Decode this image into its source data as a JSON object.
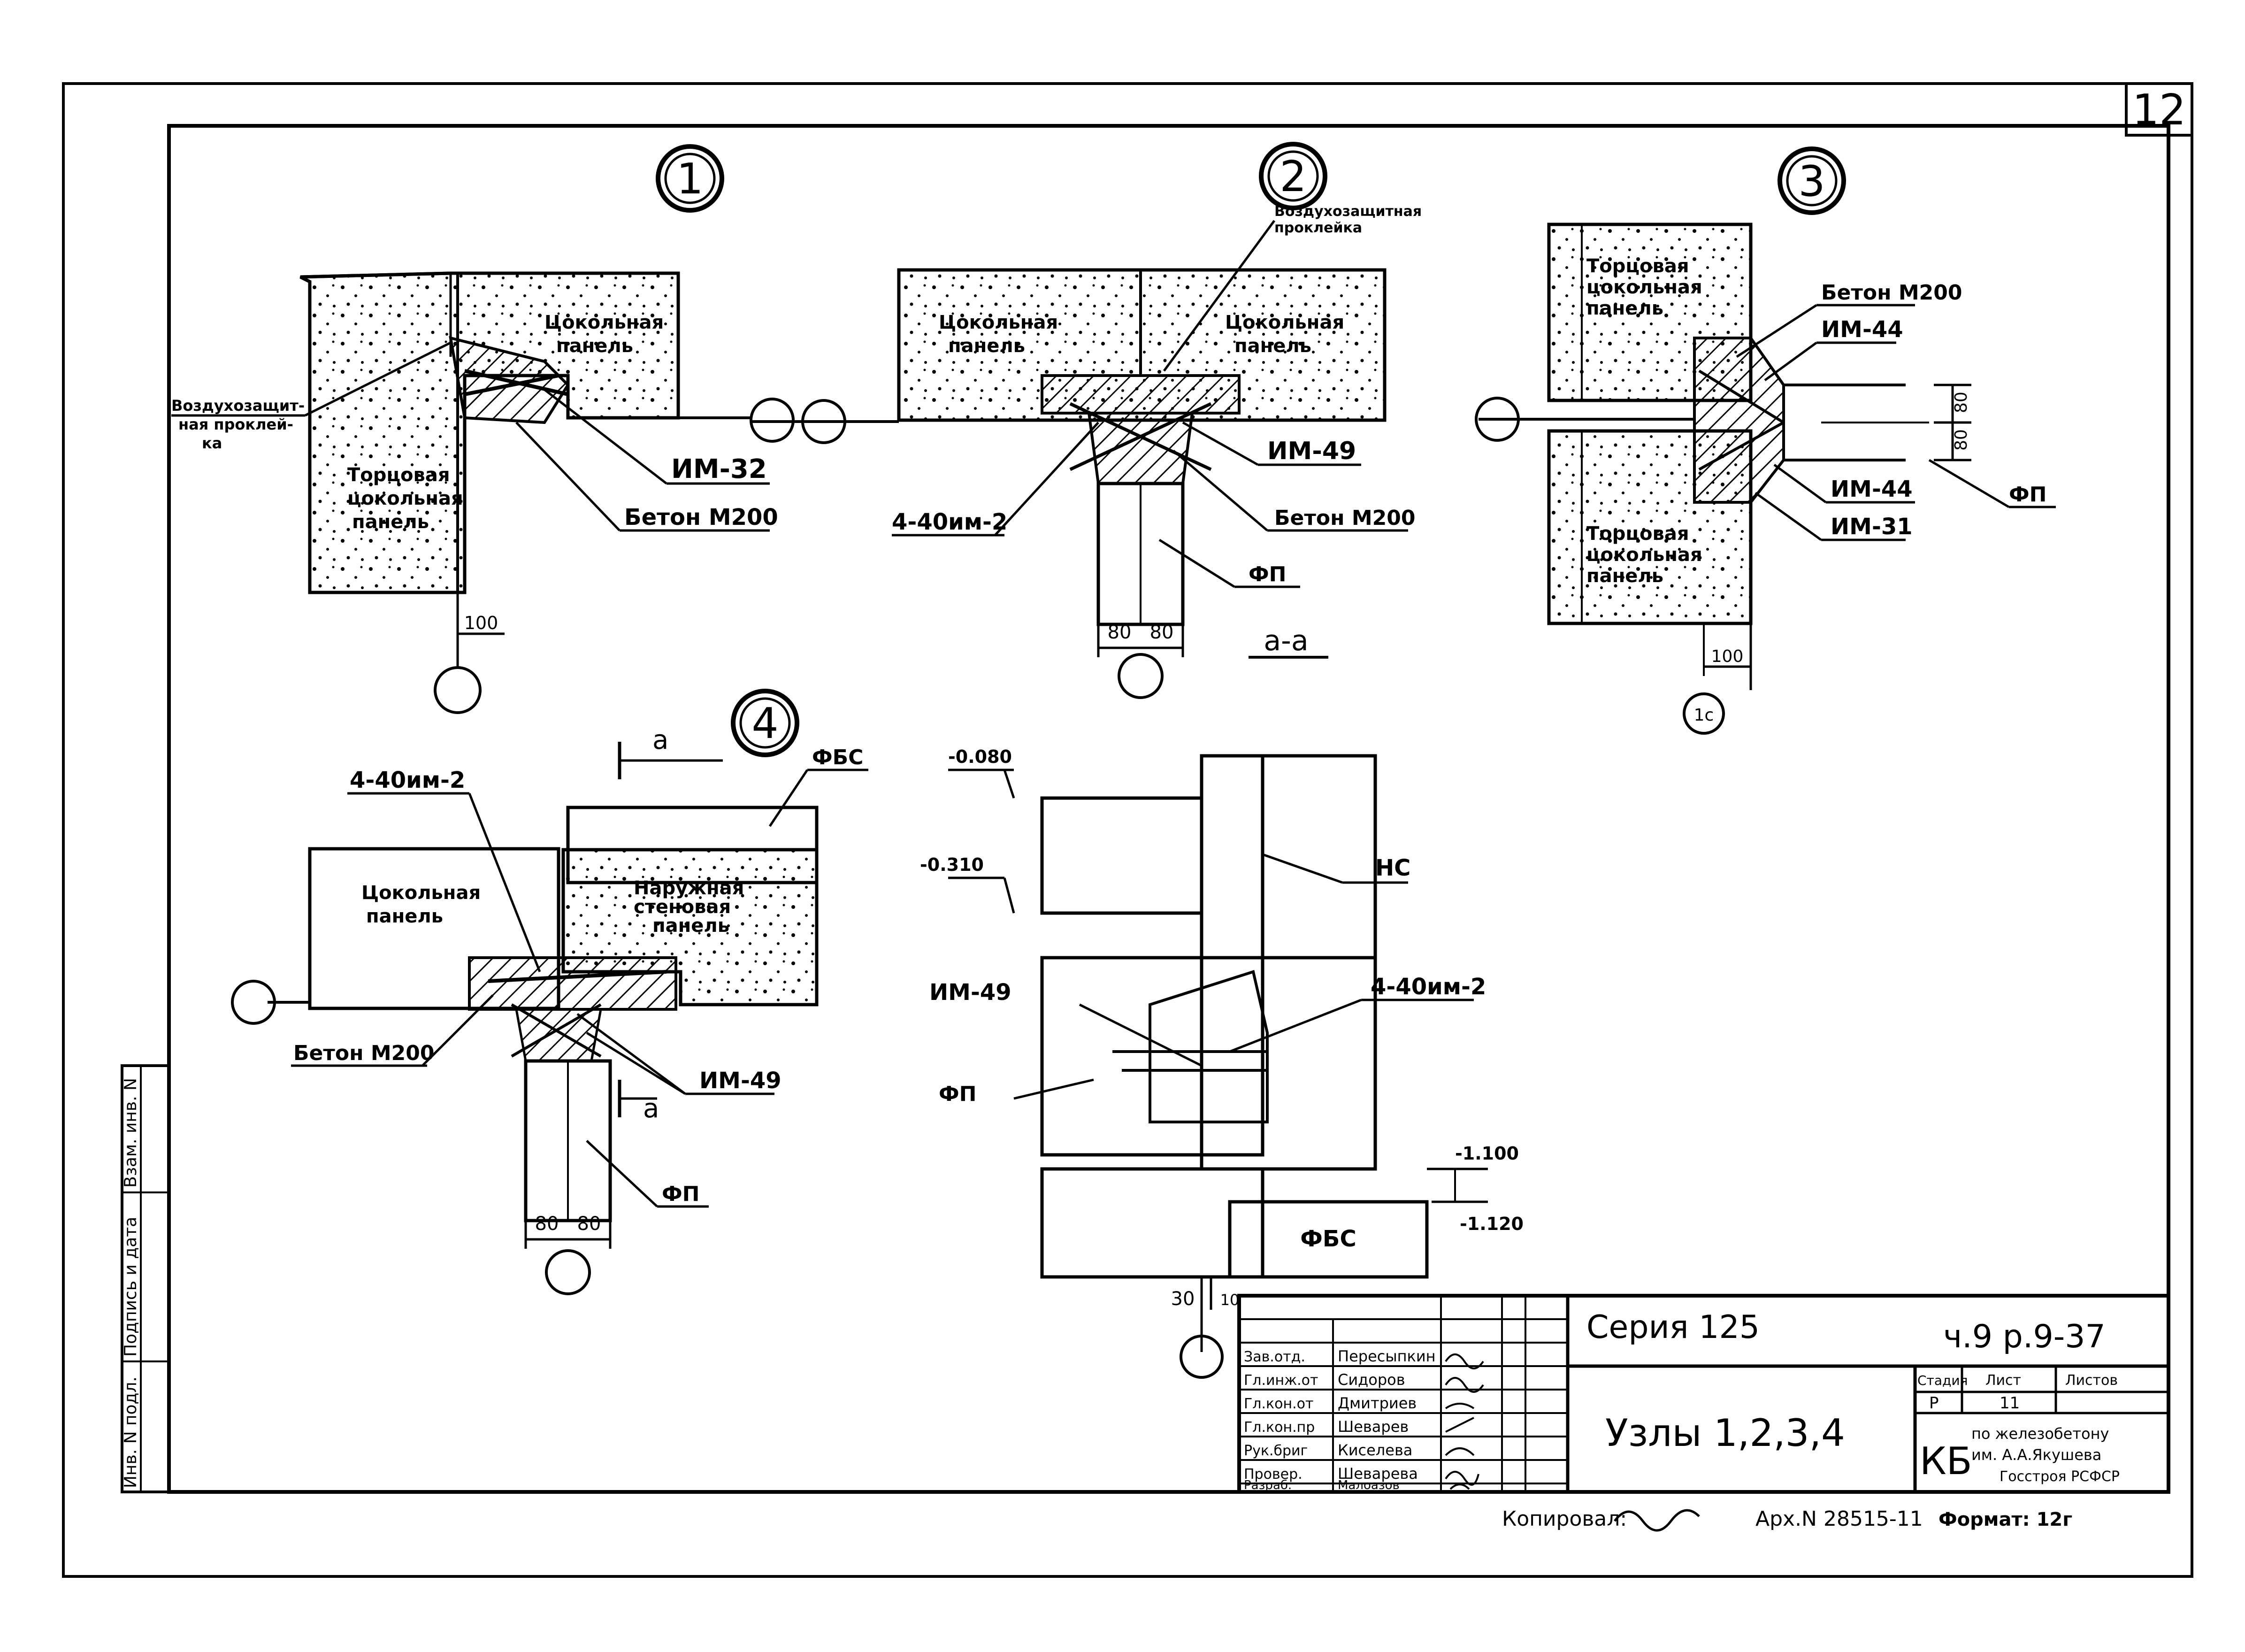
{
  "sheet": {
    "number": "12",
    "series": "Серия 125",
    "code": "ч.9 р.9-37",
    "title": "Узлы 1,2,3,4",
    "stage_head": "Стадия",
    "sheet_head": "Лист",
    "sheets_head": "Листов",
    "stage": "Р",
    "sheet_no": "11",
    "org_mark": "КБ",
    "org_line1": "по железобетону",
    "org_line2": "им. А.А.Якушева",
    "org_line3": "Госстроя РСФСР",
    "copied": "Копировал:",
    "archive": "Арх.N 28515-11",
    "format": "Формат: 12г"
  },
  "signatures": [
    {
      "role": "Зав.отд.",
      "name": "Пересыпкин"
    },
    {
      "role": "Гл.инж.от",
      "name": "Сидоров"
    },
    {
      "role": "Гл.кон.от",
      "name": "Дмитриев"
    },
    {
      "role": "Гл.кон.пр",
      "name": "Шеварев"
    },
    {
      "role": "Рук.бриг",
      "name": "Киселева"
    },
    {
      "role": "Провер.",
      "name": "Шеварева"
    },
    {
      "role": "Разраб.",
      "name": "Малоазов"
    }
  ],
  "margin_stamp": [
    "Инв. N подл.",
    "Подпись и дата",
    "Взам. инв. N"
  ],
  "nodes": {
    "n1": "1",
    "n2": "2",
    "n3": "3",
    "n4": "4",
    "n1c": "1с"
  },
  "labels": {
    "tsokol": "Цокольная",
    "panel": "панель",
    "tortsovaya": "Торцовая",
    "tsokolnaya": "цокольная",
    "vozd1": "Воздухозащит-",
    "vozd2": "ная проклей-",
    "vozd3": "ка",
    "vozd_full1": "Воздухозащитная",
    "vozd_full2": "проклейка",
    "im32": "ИМ-32",
    "im49": "ИМ-49",
    "im44": "ИМ-44",
    "im31": "ИМ-31",
    "beton": "Бетон М200",
    "im40": "4-40им-2",
    "fp": "ФП",
    "fbs": "ФБС",
    "ns": "НС",
    "section": "а-а",
    "cut": "а",
    "naruzh1": "Наружная",
    "naruzh2": "стеновая",
    "naruzh3": "панель",
    "d100": "100",
    "d80": "80",
    "d30": "30",
    "d10": "10",
    "el1": "-0.080",
    "el2": "-0.310",
    "el3": "-1.100",
    "el4": "-1.120"
  }
}
